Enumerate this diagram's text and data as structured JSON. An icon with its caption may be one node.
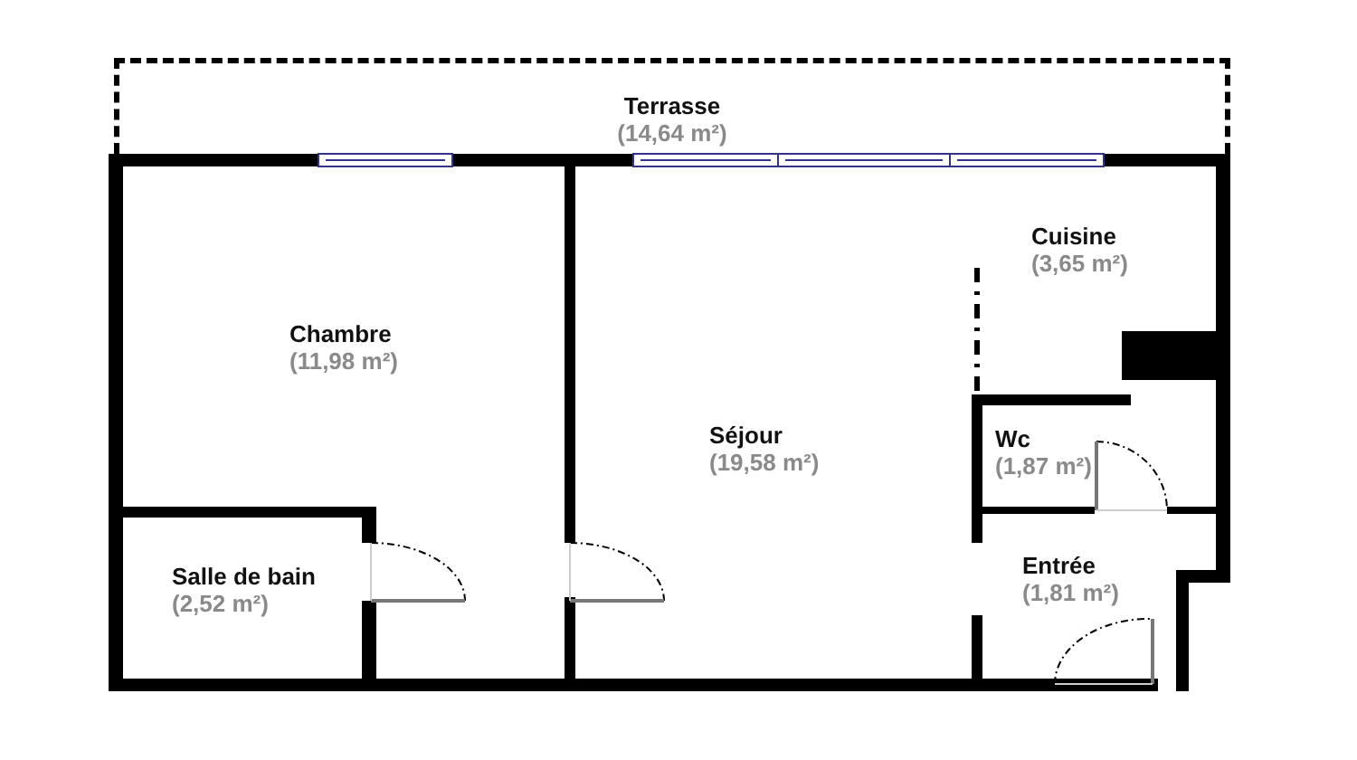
{
  "diagram": {
    "nodes": [
      {
        "text": [
          "Terrasse",
          "(14,64 m²)"
        ]
      },
      {
        "text": [
          "Cuisine",
          "(3,65 m²)"
        ]
      },
      {
        "text": [
          "Chambre",
          "(11,98 m²)"
        ]
      },
      {
        "text": [
          "Séjour",
          "(19,58 m²)"
        ]
      },
      {
        "text": [
          "Wc",
          "(1,87 m²)"
        ]
      },
      {
        "text": [
          "Salle de bain",
          "(2,52 m²)"
        ]
      },
      {
        "text": [
          "Entrée",
          "(1,81 m²)"
        ]
      }
    ]
  }
}
